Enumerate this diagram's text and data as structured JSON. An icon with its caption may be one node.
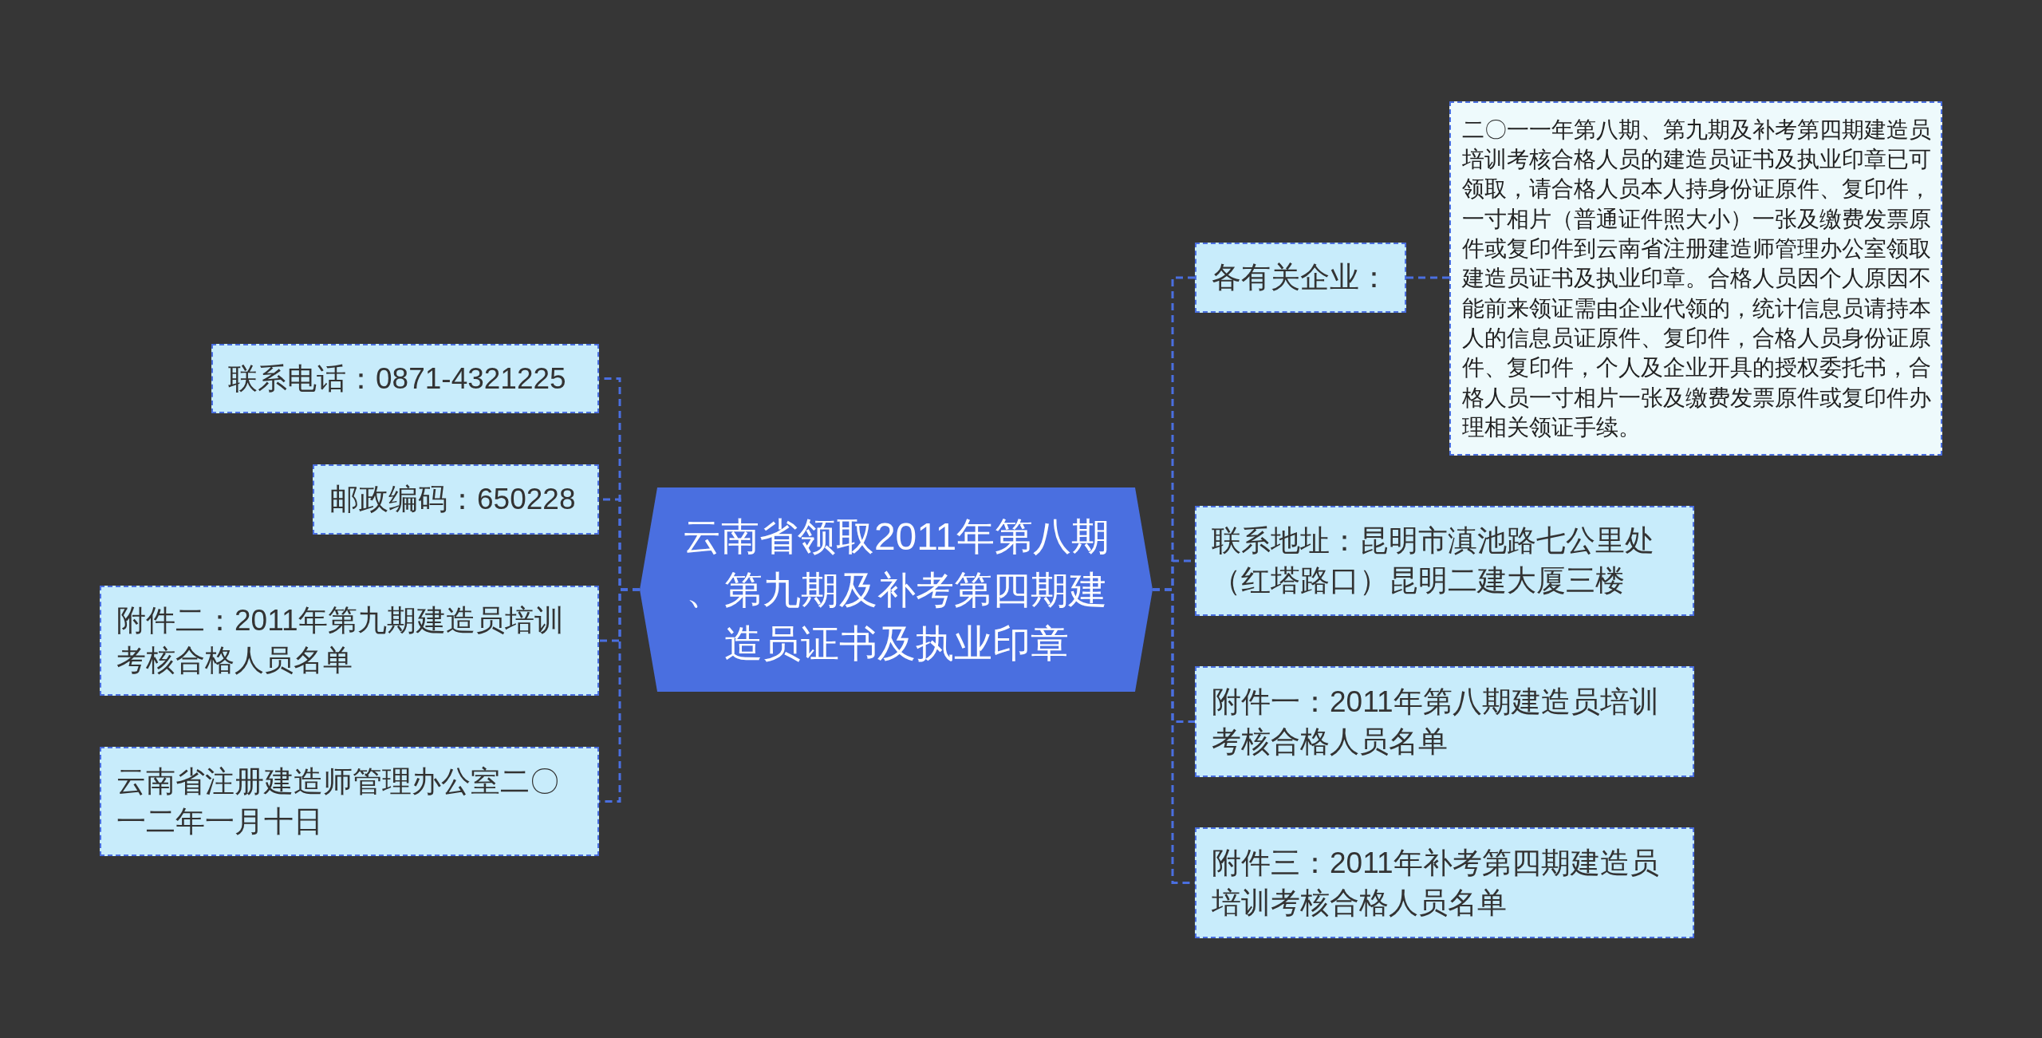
{
  "diagram": {
    "nodes": [
      {
        "text": [
          "云南省领取2011年第八期、第九期及补考第四期建造员证书及执业印章"
        ]
      },
      {
        "text": [
          "各有关企业："
        ]
      },
      {
        "text": [
          "二〇一一年第八期、第九期及补考第四期建造员培训考核合格人员的建造员证书及执业印章已可领取，请合格人员本人持身份证原件、复印件，一寸相片（普通证件照大小）一张及缴费发票原件或复印件到云南省注册建造师管理办公室领取建造员证书及执业印章。合格人员因个人原因不能前来领证需由企业代领的，统计信息员请持本人的信息员证原件、复印件，合格人员身份证原件、复印件，个人及企业开具的授权委托书，合格人员一寸相片一张及缴费发票原件或复印件办理相关领证手续。"
        ]
      },
      {
        "text": [
          "联系地址：昆明市滇池路七公里处（红塔路口）昆明二建大厦三楼"
        ]
      },
      {
        "text": [
          "附件一：2011年第八期建造员培训考核合格人员名单"
        ]
      },
      {
        "text": [
          "附件三：2011年补考第四期建造员培训考核合格人员名单"
        ]
      },
      {
        "text": [
          "联系电话：0871-4321225"
        ]
      },
      {
        "text": [
          "邮政编码：650228"
        ]
      },
      {
        "text": [
          "附件二：2011年第九期建造员培训考核合格人员名单"
        ]
      },
      {
        "text": [
          "云南省注册建造师管理办公室二〇一二年一月十日"
        ]
      }
    ],
    "edges": [
      {
        "from": 0,
        "to": 1,
        "arrow": "none",
        "style": "dashed"
      },
      {
        "from": 1,
        "to": 2,
        "arrow": "none",
        "style": "dashed"
      },
      {
        "from": 0,
        "to": 3,
        "arrow": "none",
        "style": "dashed"
      },
      {
        "from": 0,
        "to": 4,
        "arrow": "none",
        "style": "dashed"
      },
      {
        "from": 0,
        "to": 5,
        "arrow": "none",
        "style": "dashed"
      },
      {
        "from": 0,
        "to": 6,
        "arrow": "none",
        "style": "dashed"
      },
      {
        "from": 0,
        "to": 7,
        "arrow": "none",
        "style": "dashed"
      },
      {
        "from": 0,
        "to": 8,
        "arrow": "none",
        "style": "dashed"
      },
      {
        "from": 0,
        "to": 9,
        "arrow": "none",
        "style": "dashed"
      }
    ]
  }
}
